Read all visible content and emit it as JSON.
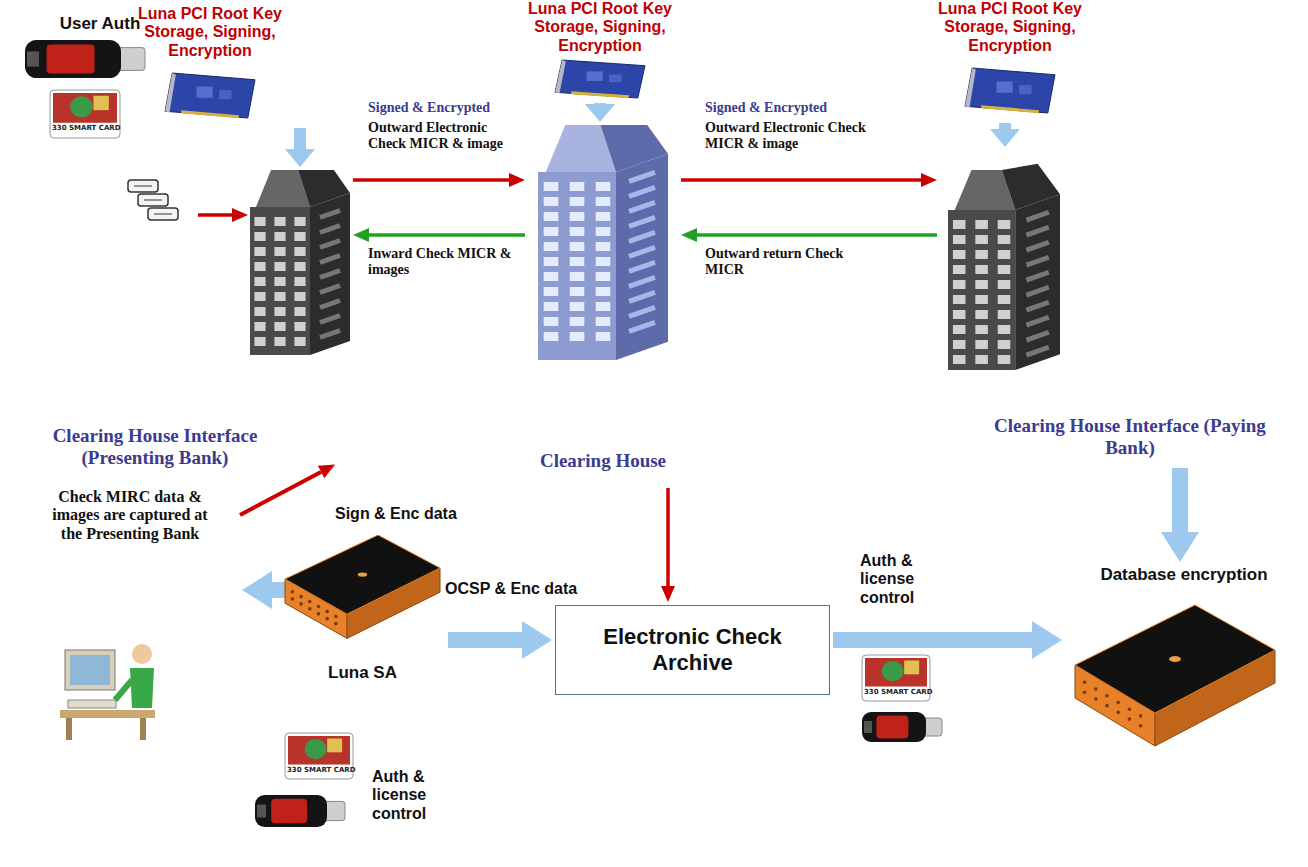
{
  "diagram": {
    "nodes": [
      {
        "text": [
          "Luna PCI Root Key Storage, Signing, Encryption"
        ]
      },
      {
        "text": [
          "Luna PCI Root Key Storage, Signing, Encryption"
        ]
      },
      {
        "text": [
          "Luna PCI Root Key Storage, Signing, Encryption"
        ]
      },
      {
        "text": [
          "Clearing House Interface (Presenting Bank)"
        ]
      },
      {
        "text": [
          "Clearing House"
        ]
      },
      {
        "text": [
          "Clearing House Interface (Paying Bank)"
        ]
      },
      {
        "text": [
          "Luna SA"
        ]
      },
      {
        "text": [
          "Electronic Check Archive"
        ]
      },
      {
        "text": [
          "Database encryption"
        ]
      }
    ],
    "edges": [
      {
        "from": 0,
        "to": 3,
        "arrow": "to"
      },
      {
        "from": 1,
        "to": 4,
        "arrow": "to"
      },
      {
        "from": 2,
        "to": 5,
        "arrow": "to"
      },
      {
        "from": 3,
        "to": 4,
        "label": "Outward Electronic Check MICR & image",
        "arrow": "to"
      },
      {
        "from": 4,
        "to": 3,
        "label": "Inward Check MICR & images",
        "arrow": "to"
      },
      {
        "from": 4,
        "to": 5,
        "label": "Outward Electronic Check MICR & image",
        "arrow": "to"
      },
      {
        "from": 5,
        "to": 4,
        "label": "Outward return Check MICR",
        "arrow": "to"
      },
      {
        "from": 4,
        "to": 7,
        "arrow": "to"
      },
      {
        "from": 5,
        "to": 8,
        "arrow": "to"
      },
      {
        "from": 6,
        "to": 7,
        "label": "OCSP & Enc data",
        "arrow": "to"
      },
      {
        "from": 7,
        "to": 8,
        "arrow": "to"
      }
    ],
    "labels": [
      "User Auth",
      "Signed & Encrypted",
      "Signed & Encrypted",
      "Check MIRC data & images are captured at the Presenting Bank",
      "Sign & Enc data",
      "Auth & license control",
      "Auth & license control",
      "330 SMART CARD",
      "330 SMART CARD",
      "330 SMART CARD"
    ]
  }
}
